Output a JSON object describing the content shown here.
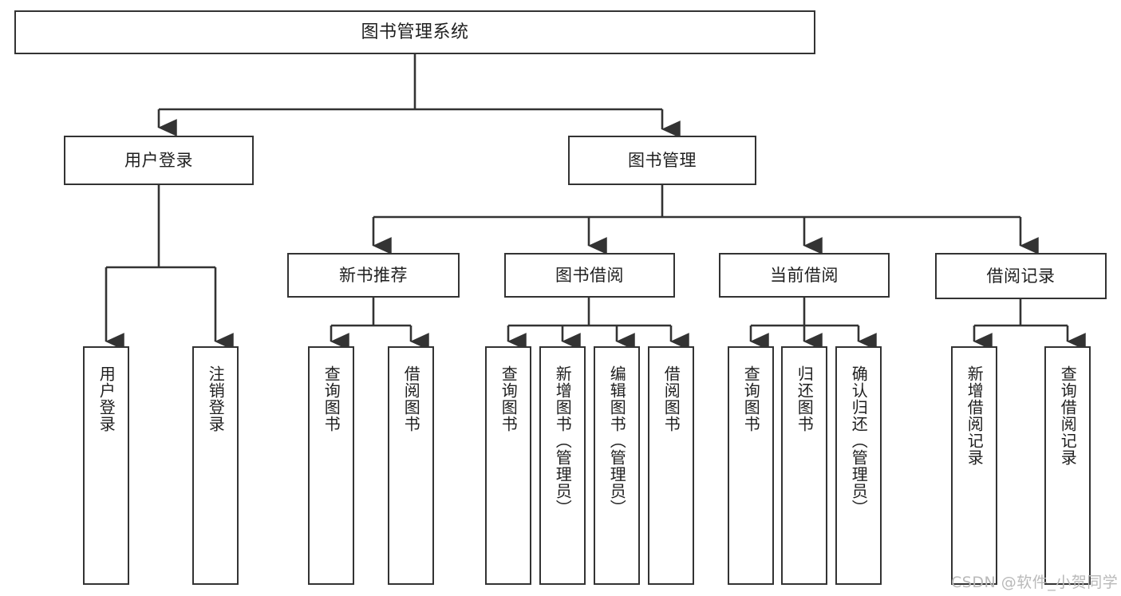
{
  "diagram": {
    "title": "图书管理系统",
    "type": "hierarchy-tree",
    "root": {
      "label": "图书管理系统"
    },
    "level2": [
      {
        "label": "用户登录"
      },
      {
        "label": "图书管理"
      }
    ],
    "level3": [
      {
        "label": "新书推荐"
      },
      {
        "label": "图书借阅"
      },
      {
        "label": "当前借阅"
      },
      {
        "label": "借阅记录"
      }
    ],
    "leaves": {
      "user_login": [
        {
          "label": "用户登录"
        },
        {
          "label": "注销登录"
        }
      ],
      "new_book_recommend": [
        {
          "label": "查询图书"
        },
        {
          "label": "借阅图书"
        }
      ],
      "book_borrow": [
        {
          "label": "查询图书"
        },
        {
          "label": "新增图书（管理员）"
        },
        {
          "label": "编辑图书（管理员）"
        },
        {
          "label": "借阅图书"
        }
      ],
      "current_borrow": [
        {
          "label": "查询图书"
        },
        {
          "label": "归还图书"
        },
        {
          "label": "确认归还（管理员）"
        }
      ],
      "borrow_record": [
        {
          "label": "新增借阅记录"
        },
        {
          "label": "查询借阅记录"
        }
      ]
    }
  },
  "watermark": {
    "text": "CSDN @软件_小贺同学"
  },
  "colors": {
    "box_border": "#333333",
    "box_fill": "#ffffff",
    "connector": "#333333",
    "text": "#1f1f1f",
    "watermark": "#b9b9b9",
    "background": "#ffffff"
  }
}
